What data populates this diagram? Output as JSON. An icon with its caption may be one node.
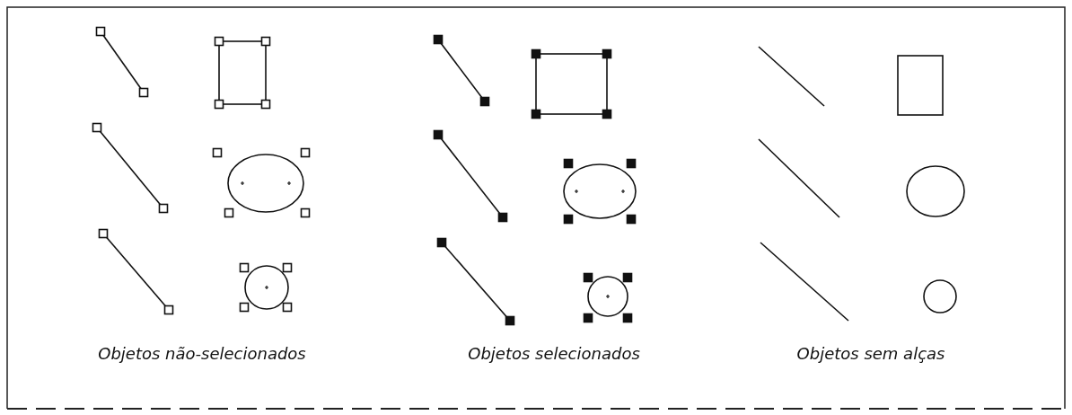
{
  "diagram": {
    "labels": [
      "Objetos não-selecionados",
      "Objetos selecionados",
      "Objetos sem alças"
    ]
  }
}
